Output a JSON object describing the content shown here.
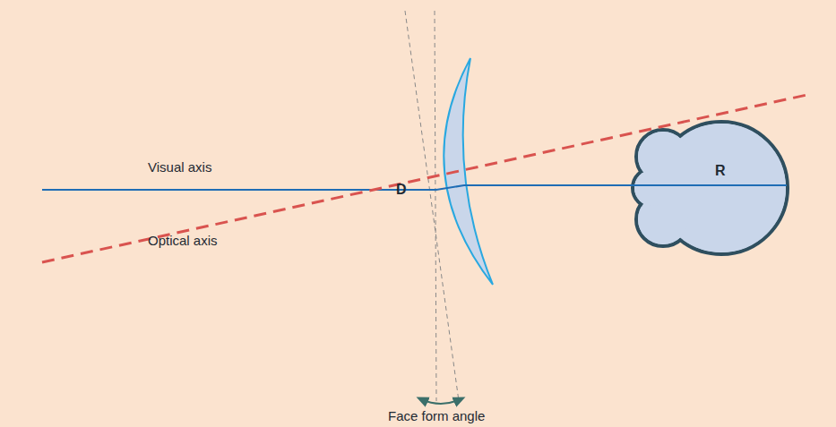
{
  "diagram": {
    "labels": [
      "Visual axis",
      "D",
      "R",
      "Optical axis",
      "Face form angle"
    ]
  }
}
